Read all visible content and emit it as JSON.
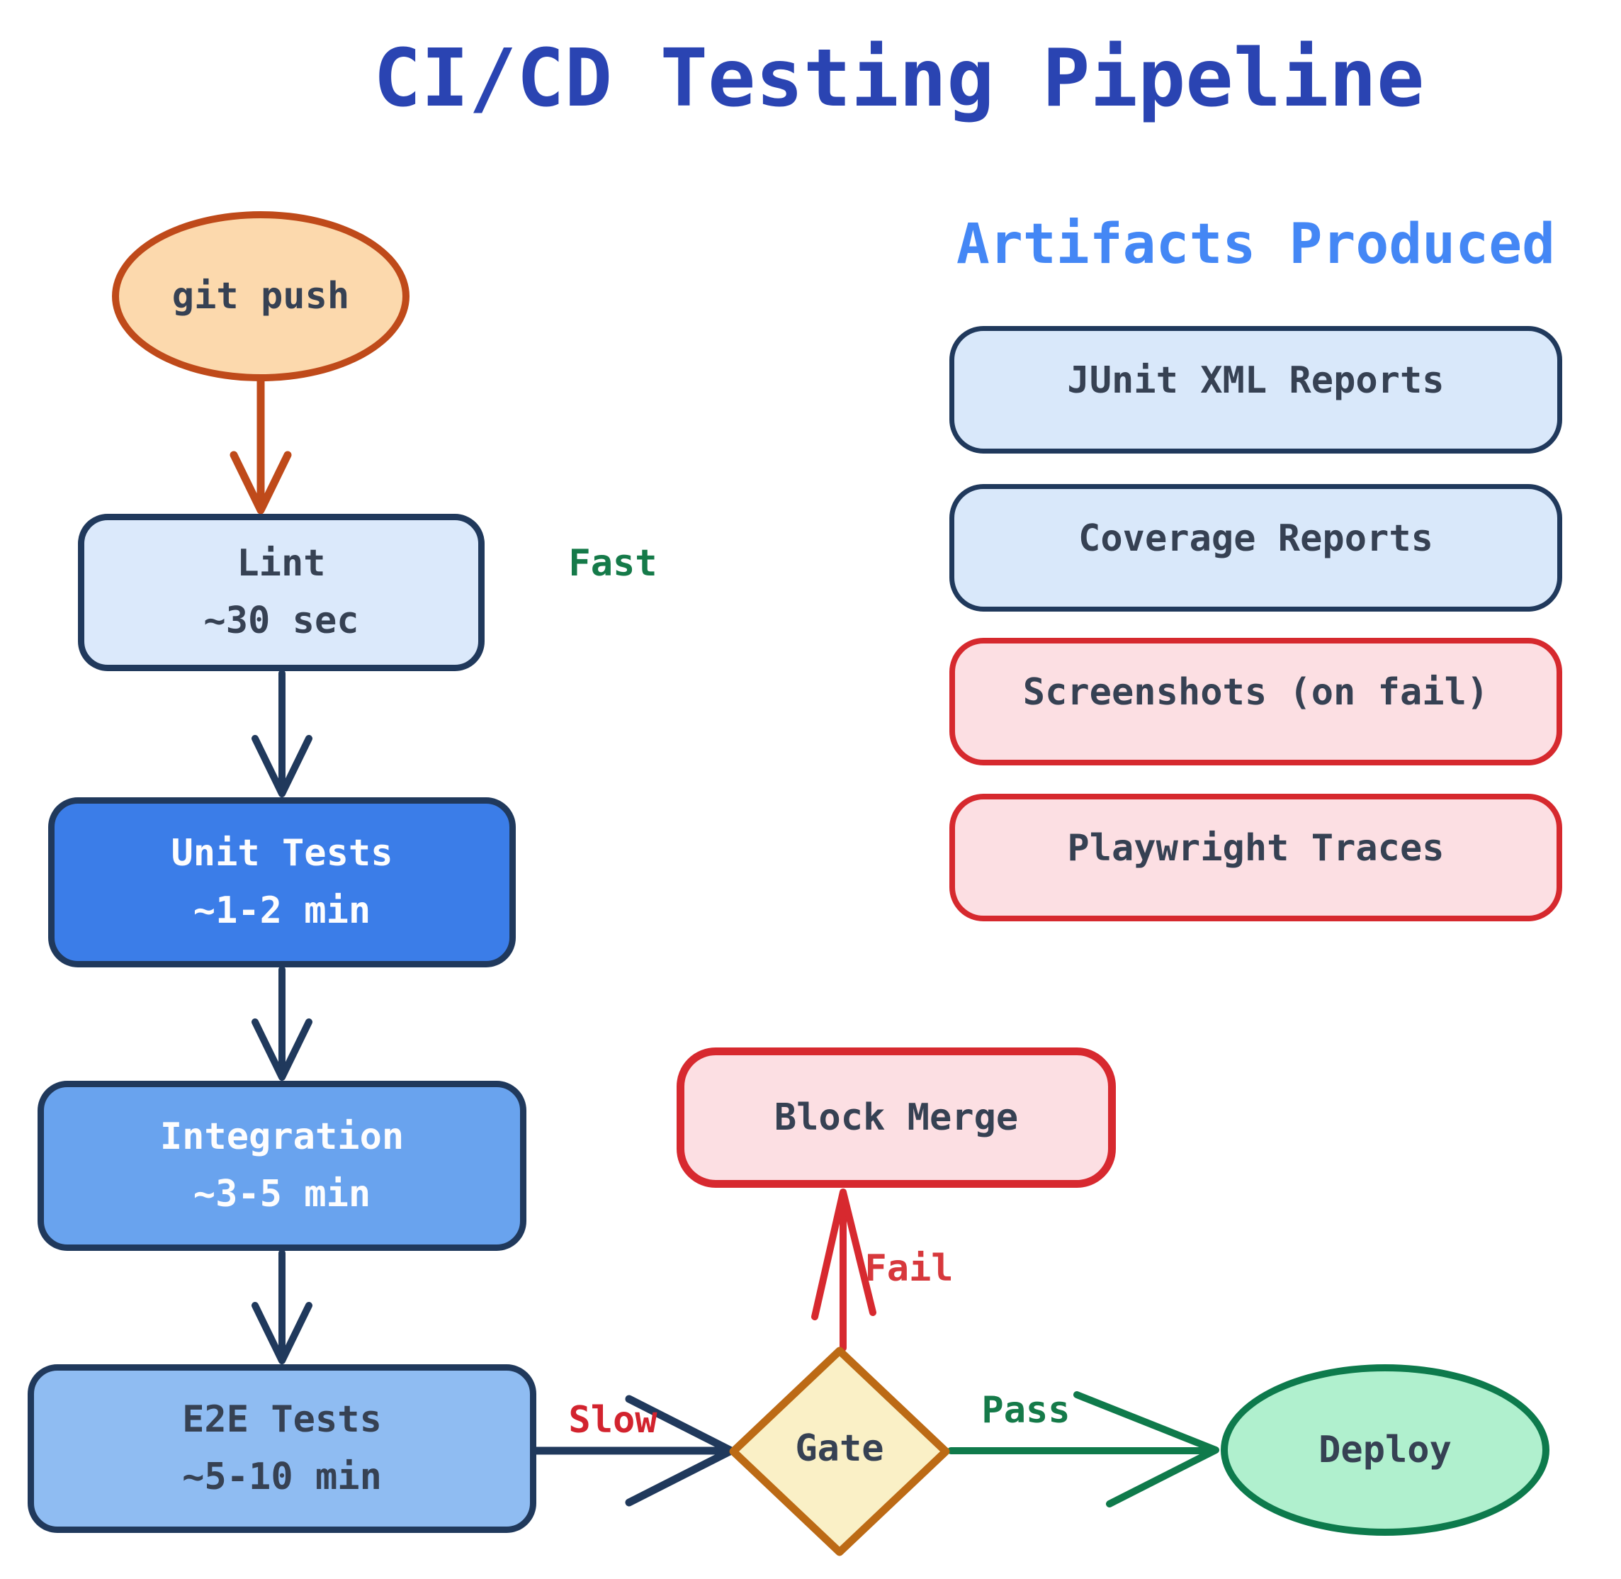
{
  "title": "CI/CD Testing Pipeline",
  "flow": {
    "start": {
      "label": "git push"
    },
    "stages": [
      {
        "name": "Lint",
        "duration": "~30 sec"
      },
      {
        "name": "Unit Tests",
        "duration": "~1-2 min"
      },
      {
        "name": "Integration",
        "duration": "~3-5 min"
      },
      {
        "name": "E2E Tests",
        "duration": "~5-10 min"
      }
    ],
    "gate": {
      "label": "Gate"
    },
    "block": {
      "label": "Block Merge"
    },
    "deploy": {
      "label": "Deploy"
    },
    "edge_labels": {
      "fast": "Fast",
      "slow": "Slow",
      "fail": "Fail",
      "pass": "Pass"
    }
  },
  "artifacts": {
    "heading": "Artifacts Produced",
    "items": [
      {
        "label": "JUnit XML Reports",
        "kind": "info"
      },
      {
        "label": "Coverage Reports",
        "kind": "info"
      },
      {
        "label": "Screenshots (on fail)",
        "kind": "alert"
      },
      {
        "label": "Playwright Traces",
        "kind": "alert"
      }
    ]
  },
  "colors": {
    "title_blue": "#2a44b2",
    "artifacts_heading_blue": "#4487f5",
    "navy": "#20395c",
    "burnt_orange": "#bf4a1a",
    "orange_fill": "#fcd9ad",
    "lint_fill": "#dbe9fb",
    "unit_fill": "#3b7de8",
    "integration_fill": "#69a3ee",
    "e2e_fill": "#8fbcf2",
    "gate_fill": "#faf0c6",
    "gate_stroke": "#bc6a15",
    "pink_fill": "#fcdfe3",
    "red": "#d7292f",
    "deploy_fill": "#b0f0ce",
    "deploy_stroke": "#0d7a4c",
    "green_label": "#157a49",
    "node_text": "#364153"
  }
}
